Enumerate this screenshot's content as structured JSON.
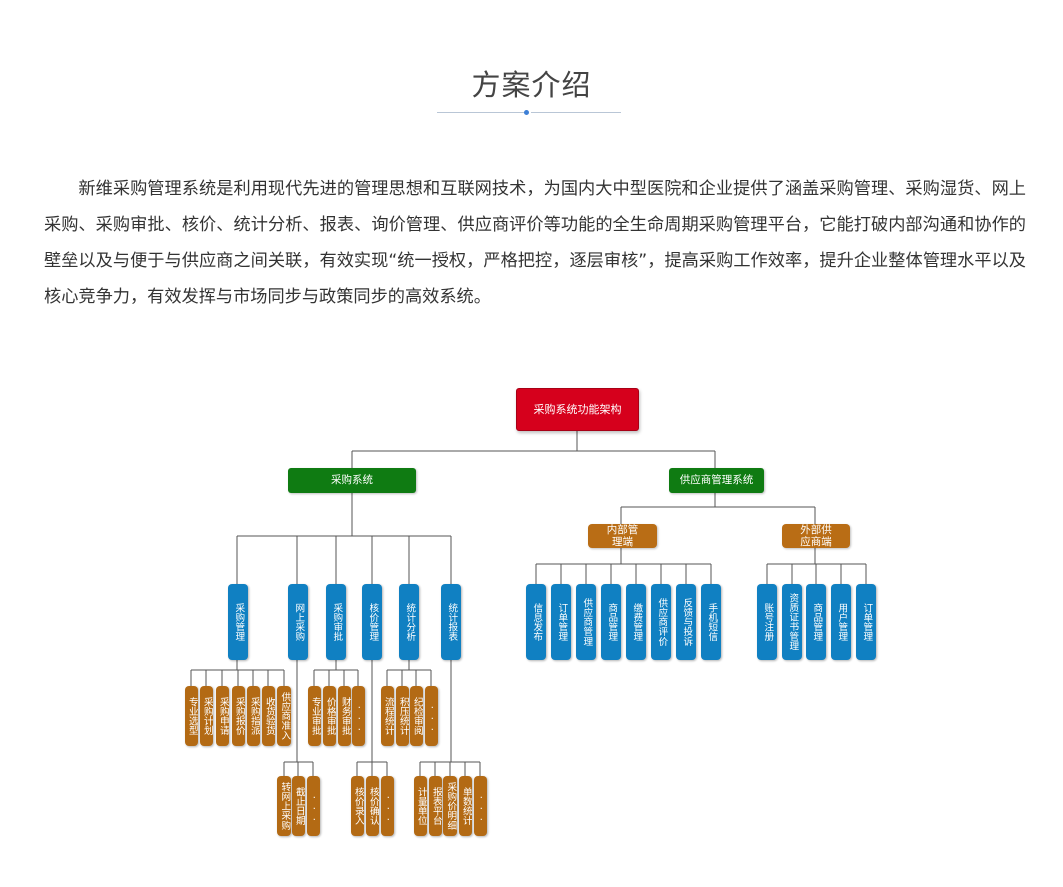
{
  "header": {
    "title": "方案介绍"
  },
  "intro": "新维采购管理系统是利用现代先进的管理思想和互联网技术，为国内大中型医院和企业提供了涵盖采购管理、采购湿货、网上采购、采购审批、核价、统计分析、报表、询价管理、供应商评价等功能的全生命周期采购管理平台，它能打破内部沟通和协作的壁垒以及与便于与供应商之间关联，有效实现“统一授权，严格把控，逐层审核”，提高采购工作效率，提升企业整体管理水平以及核心竞争力，有效发挥与市场同步与政策同步的高效系统。",
  "diagram": {
    "root": "采购系统功能架构",
    "purchase": {
      "label": "采购系统",
      "modules": [
        {
          "label": "采购管理",
          "children": [
            "专业选型",
            "采购计划",
            "采购申请",
            "采购报价",
            "采购指派",
            "收货验货",
            "供应商准入"
          ]
        },
        {
          "label": "网上采购",
          "children": [
            "转网上采购",
            "截止日期",
            "..."
          ]
        },
        {
          "label": "采购审批",
          "children": [
            "专业审批",
            "价格审批",
            "财务审批",
            "..."
          ]
        },
        {
          "label": "核价管理",
          "children": [
            "核价录入",
            "核价确认",
            "..."
          ]
        },
        {
          "label": "统计分析",
          "children": [
            "流程统计",
            "积压统计",
            "纪检审阅",
            "..."
          ]
        },
        {
          "label": "统计报表",
          "children": [
            "计量单位",
            "报表平台",
            "采购价明细",
            "单数统计",
            "..."
          ]
        }
      ]
    },
    "supplier": {
      "label": "供应商管理系统",
      "internal": {
        "label": "内部管理端",
        "children": [
          "信息发布",
          "订单管理",
          "供应商管理",
          "商品管理",
          "缴费管理",
          "供应商评价",
          "反馈与投诉",
          "手机短信"
        ]
      },
      "external": {
        "label": "外部供应商端",
        "children": [
          "账号注册",
          "资质证书管理",
          "商品管理",
          "用户管理",
          "订单管理"
        ]
      }
    },
    "colors": {
      "root": "#d6001c",
      "system": "#0f7b12",
      "module": "#1080c2",
      "leaf": "#b36a14",
      "line": "#555555"
    }
  }
}
